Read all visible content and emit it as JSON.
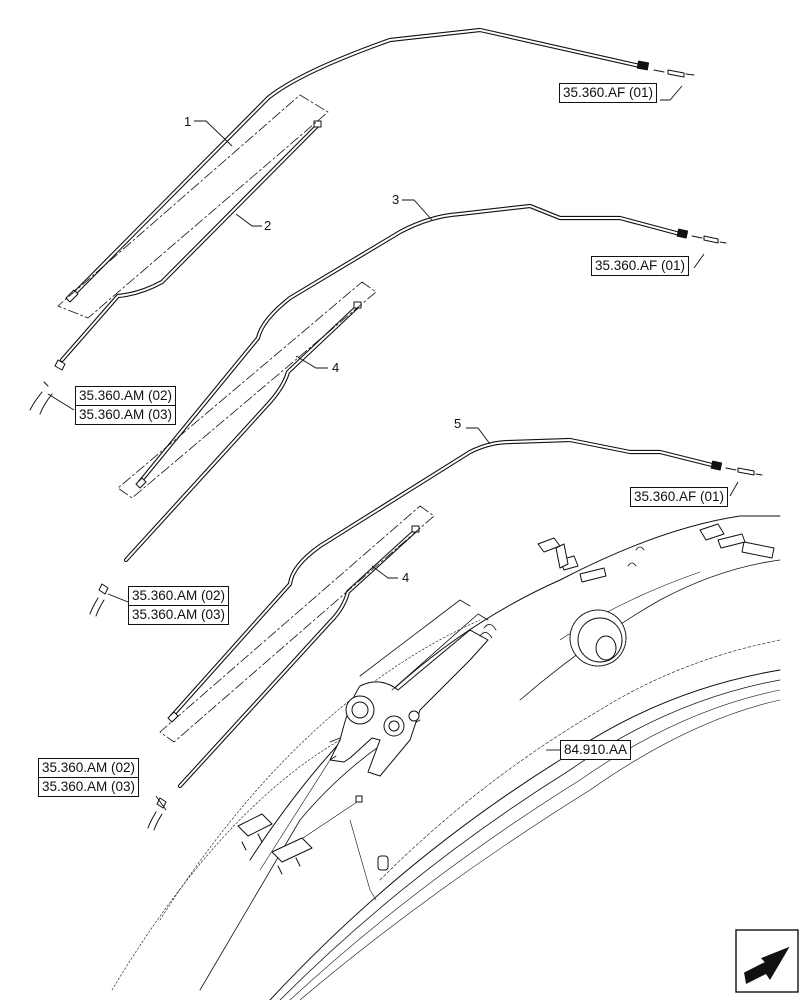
{
  "callouts": [
    "1",
    "2",
    "3",
    "4",
    "4",
    "5"
  ],
  "references": {
    "af1": "35.360.AF (01)",
    "af2": "35.360.AF (01)",
    "af3": "35.360.AF (01)",
    "am_group1": [
      "35.360.AM (02)",
      "35.360.AM (03)"
    ],
    "am_group2": [
      "35.360.AM (02)",
      "35.360.AM (03)"
    ],
    "am_group3": [
      "35.360.AM (02)",
      "35.360.AM (03)"
    ],
    "boom": "84.910.AA"
  },
  "icons": {
    "nav": "arrow-nav-icon"
  },
  "colors": {
    "line": "#111111",
    "background": "#ffffff"
  }
}
